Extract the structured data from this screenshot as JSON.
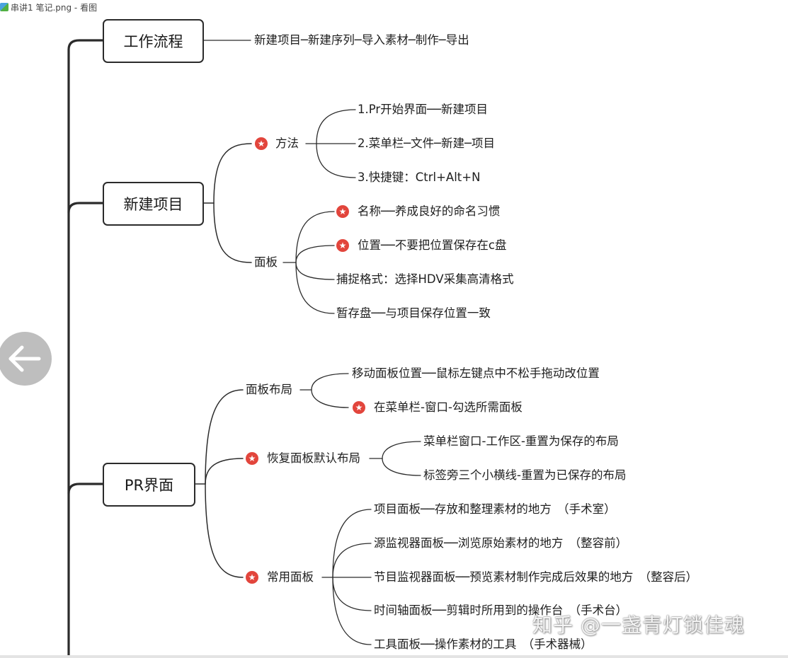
{
  "window": {
    "title": "串讲1 笔记.png - 看图"
  },
  "mindmap": {
    "nodes": [
      {
        "id": "workflow",
        "label": "工作流程"
      },
      {
        "id": "workflow-desc",
        "label": "新建项目─新建序列─导入素材─制作─导出"
      },
      {
        "id": "new-project",
        "label": "新建项目"
      },
      {
        "id": "method",
        "label": "方法",
        "starred": true
      },
      {
        "id": "method-1",
        "label": "1.Pr开始界面──新建项目"
      },
      {
        "id": "method-2",
        "label": "2.菜单栏─文件─新建─项目"
      },
      {
        "id": "method-3",
        "label": "3.快捷键：Ctrl+Alt+N"
      },
      {
        "id": "panel",
        "label": "面板"
      },
      {
        "id": "panel-name",
        "label": "名称──养成良好的命名习惯",
        "starred": true
      },
      {
        "id": "panel-location",
        "label": "位置──不要把位置保存在c盘",
        "starred": true
      },
      {
        "id": "panel-capture",
        "label": "捕捉格式：选择HDV采集高清格式"
      },
      {
        "id": "panel-scratch",
        "label": "暂存盘──与项目保存位置一致"
      },
      {
        "id": "pr-ui",
        "label": "PR界面"
      },
      {
        "id": "layout",
        "label": "面板布局"
      },
      {
        "id": "layout-move",
        "label": "移动面板位置──鼠标左键点中不松手拖动改位置"
      },
      {
        "id": "layout-menu",
        "label": "在菜单栏-窗口-勾选所需面板",
        "starred": true
      },
      {
        "id": "restore",
        "label": "恢复面板默认布局",
        "starred": true
      },
      {
        "id": "restore-1",
        "label": "菜单栏窗口-工作区-重置为保存的布局"
      },
      {
        "id": "restore-2",
        "label": "标签旁三个小横线-重置为已保存的布局"
      },
      {
        "id": "common",
        "label": "常用面板",
        "starred": true
      },
      {
        "id": "common-1",
        "label": "项目面板──存放和整理素材的地方　（手术室）"
      },
      {
        "id": "common-2",
        "label": "源监视器面板──浏览原始素材的地方　（整容前）"
      },
      {
        "id": "common-3",
        "label": "节目监视器面板──预览素材制作完成后效果的地方　（整容后）"
      },
      {
        "id": "common-4",
        "label": "时间轴面板──剪辑时所用到的操作台　（手术台）"
      },
      {
        "id": "common-5",
        "label": "工具面板──操作素材的工具　（手术器械）"
      }
    ]
  },
  "watermark": "知乎 @一盏青灯锁佳魂",
  "icons": {
    "star": "star-badge-icon",
    "back": "back-arrow-icon",
    "app": "image-viewer-icon"
  },
  "colors": {
    "star": "#e2453c",
    "line": "#2b2b2b",
    "back_button": "#b9b9b9"
  }
}
